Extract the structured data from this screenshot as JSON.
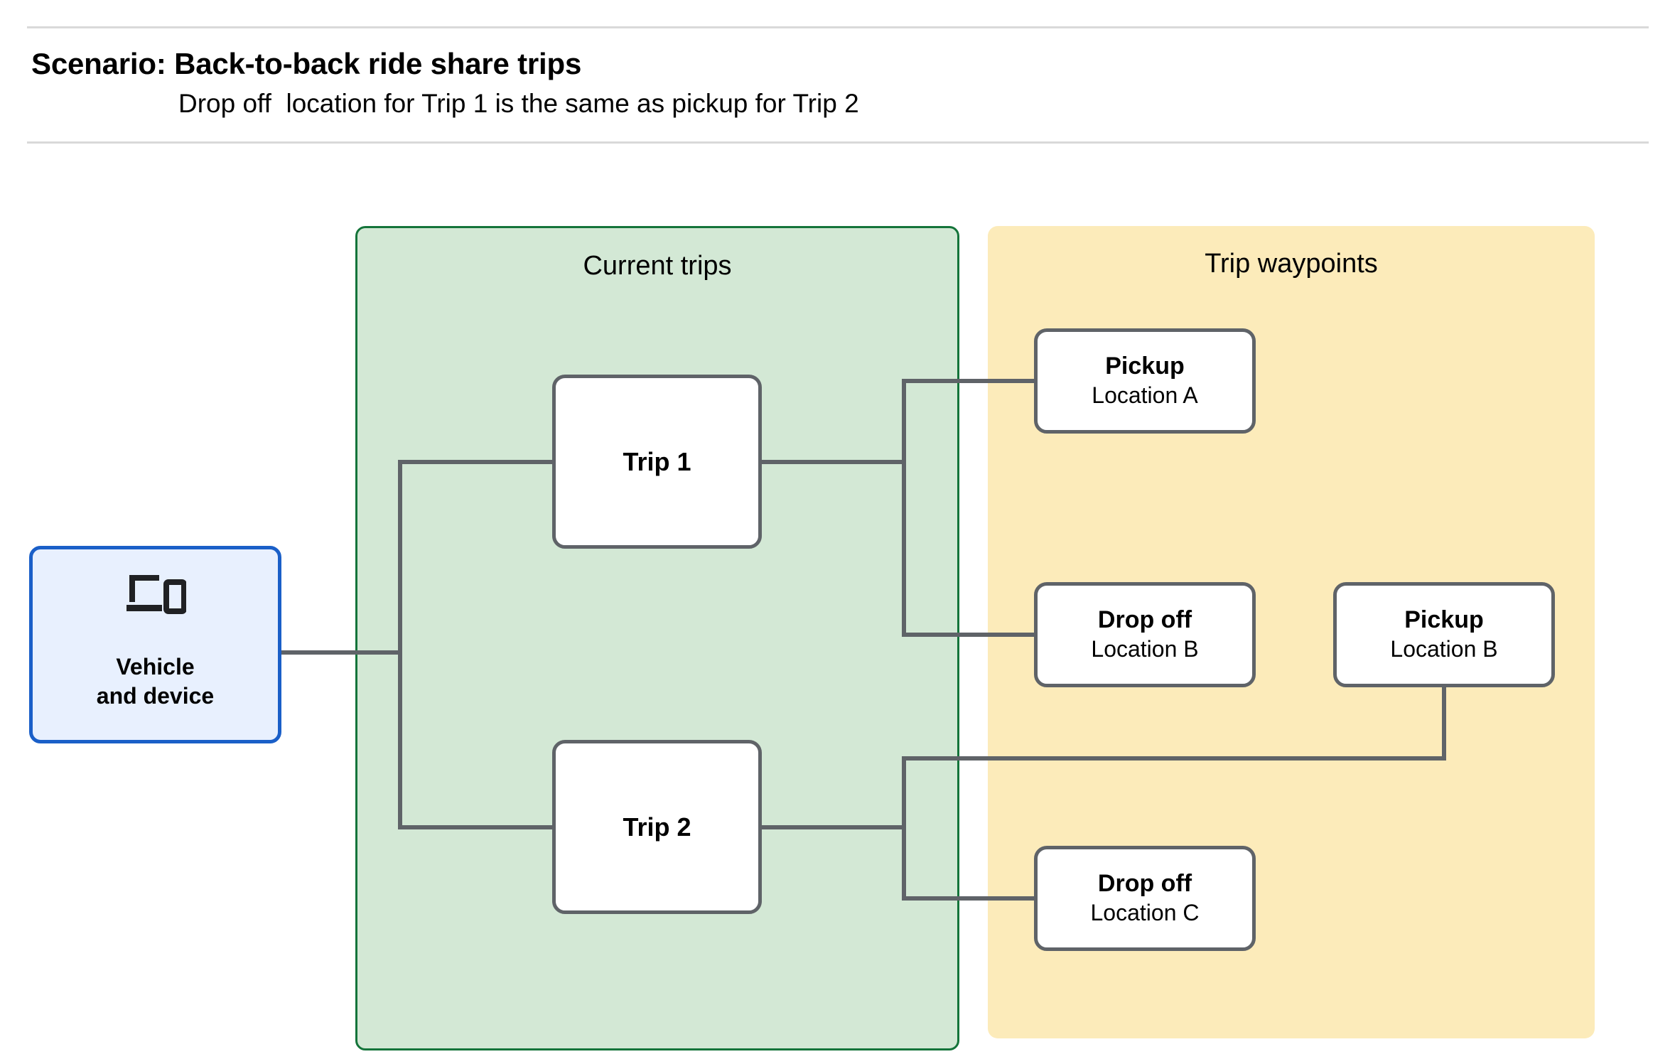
{
  "header": {
    "title": "Scenario: Back-to-back ride share trips",
    "subtitle": "Drop off  location for Trip 1 is the same as pickup for Trip 2"
  },
  "groups": {
    "current_trips": {
      "title": "Current trips"
    },
    "trip_waypoints": {
      "title": "Trip waypoints"
    }
  },
  "vehicle": {
    "icon": "laptop-and-phone-icon",
    "line1": "Vehicle",
    "line2": "and device"
  },
  "trips": [
    {
      "label": "Trip 1"
    },
    {
      "label": "Trip 2"
    }
  ],
  "waypoints": [
    {
      "type": "Pickup",
      "location": "Location A"
    },
    {
      "type": "Drop off",
      "location": "Location B"
    },
    {
      "type": "Pickup",
      "location": "Location B"
    },
    {
      "type": "Drop off",
      "location": "Location C"
    }
  ],
  "colors": {
    "current_trips_fill": "#d3e8d5",
    "current_trips_border": "#14743a",
    "trip_waypoints_fill": "#fcebba",
    "trip_waypoints_border": "#f28a00",
    "vehicle_fill": "#e8f0fe",
    "vehicle_border": "#1a5fc8",
    "node_border": "#5f6368",
    "connector": "#5f6368",
    "rule": "#d9d9d9"
  }
}
